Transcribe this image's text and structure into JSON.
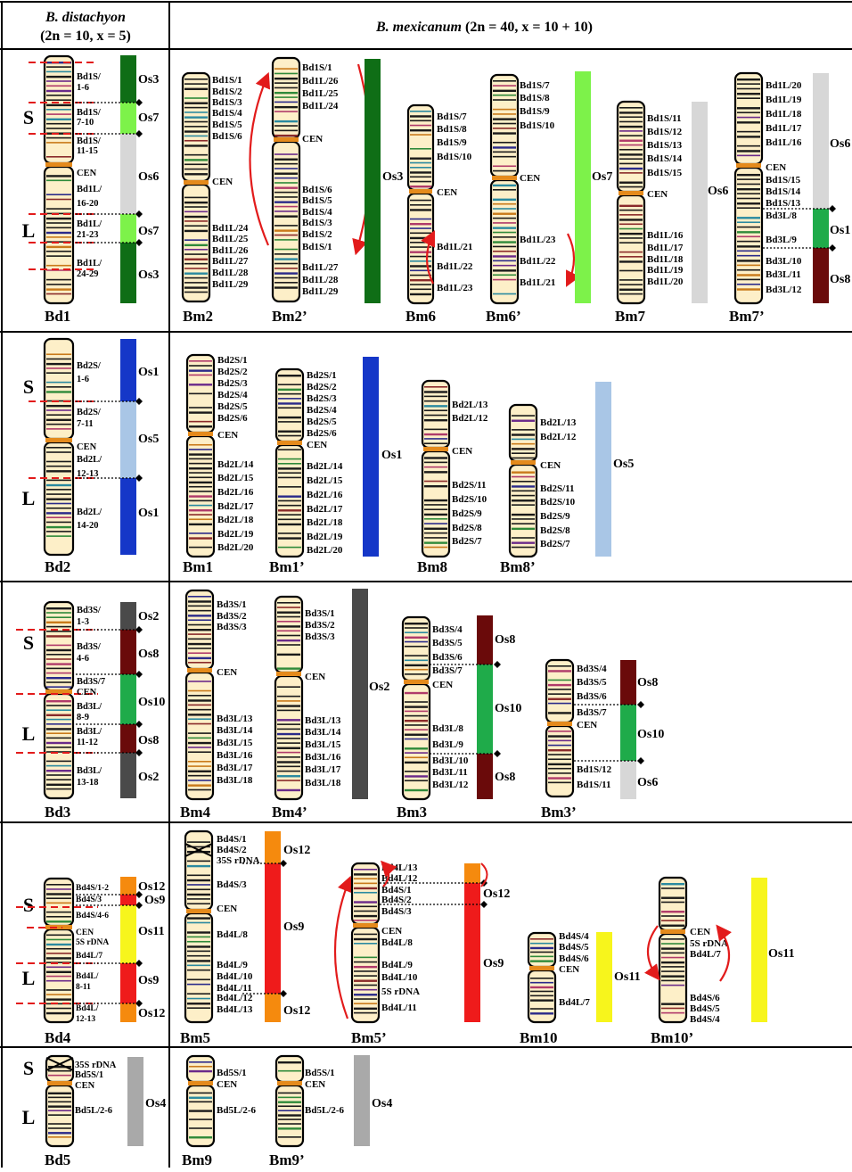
{
  "header": {
    "left_species": "B. distachyon",
    "left_formula": "(2n = 10, x = 5)",
    "right_species": "B. mexicanum",
    "right_formula": "(2n = 40, x = 10 + 10)"
  },
  "colors": {
    "Os1": "#1537c8",
    "Os2": "#4a4a4a",
    "Os3": "#0f6e16",
    "Os4": "#a9a9a9",
    "Os5": "#a9c6e6",
    "Os6": "#d7d7d7",
    "Os7": "#7df24a",
    "Os8": "#6a0a0a",
    "Os9": "#ef1b1b",
    "Os10": "#1fab4a",
    "Os11": "#f7f51c",
    "Os12": "#f58a0e",
    "chromosome_fill": "#fdefc8",
    "arrow": "#e21b1b",
    "dash": "#e21b1b"
  },
  "rows": [
    {
      "arm_short": "S",
      "arm_long": "L",
      "bd": {
        "name": "Bd1",
        "labels": [
          "Bd1S/",
          "1-6",
          "Bd1S/",
          "7-10",
          "Bd1S/",
          "11-15",
          "CEN",
          "Bd1L/",
          "16-20",
          "Bd1L/",
          "21-23",
          "Bd1L/",
          "24-29"
        ],
        "os": [
          "Os3",
          "Os7",
          "Os6",
          "Os7",
          "Os3"
        ]
      },
      "bm": [
        {
          "name": "Bm2",
          "labels": [
            "Bd1S/1",
            "Bd1S/2",
            "Bd1S/3",
            "Bd1S/4",
            "Bd1S/5",
            "Bd1S/6",
            "CEN",
            "Bd1L/24",
            "Bd1L/25",
            "Bd1L/26",
            "Bd1L/27",
            "Bd1L/28",
            "Bd1L/29"
          ]
        },
        {
          "name": "Bm2’",
          "labels": [
            "Bd1S/1",
            "Bd1L/26",
            "Bd1L/25",
            "Bd1L/24",
            "CEN",
            "Bd1S/6",
            "Bd1S/5",
            "Bd1S/4",
            "Bd1S/3",
            "Bd1S/2",
            "Bd1S/1",
            "Bd1L/27",
            "Bd1L/28",
            "Bd1L/29"
          ],
          "os": [
            "Os3"
          ]
        },
        {
          "name": "Bm6",
          "labels": [
            "Bd1S/7",
            "Bd1S/8",
            "Bd1S/9",
            "Bd1S/10",
            "CEN",
            "Bd1L/21",
            "Bd1L/22",
            "Bd1L/23"
          ]
        },
        {
          "name": "Bm6’",
          "labels": [
            "Bd1S/7",
            "Bd1S/8",
            "Bd1S/9",
            "Bd1S/10",
            "CEN",
            "Bd1L/23",
            "Bd1L/22",
            "Bd1L/21"
          ],
          "os": [
            "Os7"
          ]
        },
        {
          "name": "Bm7",
          "labels": [
            "Bd1S/11",
            "Bd1S/12",
            "Bd1S/13",
            "Bd1S/14",
            "Bd1S/15",
            "CEN",
            "Bd1L/16",
            "Bd1L/17",
            "Bd1L/18",
            "Bd1L/19",
            "Bd1L/20"
          ],
          "os": [
            "Os6"
          ]
        },
        {
          "name": "Bm7’",
          "labels": [
            "Bd1L/20",
            "Bd1L/19",
            "Bd1L/18",
            "Bd1L/17",
            "Bd1L/16",
            "CEN",
            "Bd1S/15",
            "Bd1S/14",
            "Bd1S/13",
            "Bd3L/8",
            "Bd3L/9",
            "Bd3L/10",
            "Bd3L/11",
            "Bd3L/12"
          ],
          "os": [
            "Os6",
            "Os1",
            "Os8"
          ]
        }
      ]
    },
    {
      "arm_short": "S",
      "arm_long": "L",
      "bd": {
        "name": "Bd2",
        "labels": [
          "Bd2S/",
          "1-6",
          "Bd2S/",
          "7-11",
          "CEN",
          "Bd2L/",
          "12-13",
          "Bd2L/",
          "14-20"
        ],
        "os": [
          "Os1",
          "Os5",
          "Os1"
        ]
      },
      "bm": [
        {
          "name": "Bm1",
          "labels": [
            "Bd2S/1",
            "Bd2S/2",
            "Bd2S/3",
            "Bd2S/4",
            "Bd2S/5",
            "Bd2S/6",
            "CEN",
            "Bd2L/14",
            "Bd2L/15",
            "Bd2L/16",
            "Bd2L/17",
            "Bd2L/18",
            "Bd2L/19",
            "Bd2L/20"
          ]
        },
        {
          "name": "Bm1’",
          "labels": [
            "Bd2S/1",
            "Bd2S/2",
            "Bd2S/3",
            "Bd2S/4",
            "Bd2S/5",
            "Bd2S/6",
            "CEN",
            "Bd2L/14",
            "Bd2L/15",
            "Bd2L/16",
            "Bd2L/17",
            "Bd2L/18",
            "Bd2L/19",
            "Bd2L/20"
          ],
          "os": [
            "Os1"
          ]
        },
        {
          "name": "Bm8",
          "labels": [
            "Bd2L/13",
            "Bd2L/12",
            "CEN",
            "Bd2S/11",
            "Bd2S/10",
            "Bd2S/9",
            "Bd2S/8",
            "Bd2S/7"
          ]
        },
        {
          "name": "Bm8’",
          "labels": [
            "Bd2L/13",
            "Bd2L/12",
            "CEN",
            "Bd2S/11",
            "Bd2S/10",
            "Bd2S/9",
            "Bd2S/8",
            "Bd2S/7"
          ],
          "os": [
            "Os5"
          ]
        }
      ]
    },
    {
      "arm_short": "S",
      "arm_long": "L",
      "bd": {
        "name": "Bd3",
        "labels": [
          "Bd3S/",
          "1-3",
          "Bd3S/",
          "4-6",
          "Bd3S/7",
          "CEN",
          "Bd3L/",
          "8-9",
          "Bd3L/",
          "11-12",
          "Bd3L/",
          "13-18"
        ],
        "os": [
          "Os2",
          "Os8",
          "Os10",
          "Os8",
          "Os2"
        ]
      },
      "bm": [
        {
          "name": "Bm4",
          "labels": [
            "Bd3S/1",
            "Bd3S/2",
            "Bd3S/3",
            "CEN",
            "Bd3L/13",
            "Bd3L/14",
            "Bd3L/15",
            "Bd3L/16",
            "Bd3L/17",
            "Bd3L/18"
          ]
        },
        {
          "name": "Bm4’",
          "labels": [
            "Bd3S/1",
            "Bd3S/2",
            "Bd3S/3",
            "CEN",
            "Bd3L/13",
            "Bd3L/14",
            "Bd3L/15",
            "Bd3L/16",
            "Bd3L/17",
            "Bd3L/18"
          ],
          "os": [
            "Os2"
          ]
        },
        {
          "name": "Bm3",
          "labels": [
            "Bd3S/4",
            "Bd3S/5",
            "Bd3S/6",
            "Bd3S/7",
            "CEN",
            "Bd3L/8",
            "Bd3L/9",
            "Bd3L/10",
            "Bd3L/11",
            "Bd3L/12"
          ],
          "os": [
            "Os8",
            "Os10",
            "Os8"
          ]
        },
        {
          "name": "Bm3’",
          "labels": [
            "Bd3S/4",
            "Bd3S/5",
            "Bd3S/6",
            "Bd3S/7",
            "CEN",
            "Bd1S/12",
            "Bd1S/11"
          ],
          "os": [
            "Os8",
            "Os10",
            "Os6"
          ]
        }
      ]
    },
    {
      "arm_short": "S",
      "arm_long": "L",
      "bd": {
        "name": "Bd4",
        "labels": [
          "Bd4S/1-2",
          "Bd4S/3",
          "Bd4S/4-6",
          "CEN",
          "5S rDNA",
          "Bd4L/7",
          "Bd4L/",
          "8-11",
          "Bd4L/",
          "12-13"
        ],
        "os": [
          "Os12",
          "Os9",
          "Os11",
          "Os9",
          "Os12"
        ]
      },
      "bm": [
        {
          "name": "Bm5",
          "labels": [
            "Bd4S/1",
            "Bd4S/2",
            "35S rDNA",
            "Bd4S/3",
            "CEN",
            "Bd4L/8",
            "Bd4L/9",
            "Bd4L/10",
            "Bd4L/11",
            "Bd4L/12",
            "Bd4L/13"
          ],
          "os": [
            "Os12",
            "Os9",
            "Os12"
          ]
        },
        {
          "name": "Bm5’",
          "labels": [
            "Bd4L/13",
            "Bd4L/12",
            "Bd4S/1",
            "Bd4S/2",
            "Bd4S/3",
            "CEN",
            "Bd4L/8",
            "Bd4L/9",
            "Bd4L/10",
            "5S rDNA",
            "Bd4L/11"
          ],
          "os": [
            "Os12",
            "Os9"
          ]
        },
        {
          "name": "Bm10",
          "labels": [
            "Bd4S/4",
            "Bd4S/5",
            "Bd4S/6",
            "CEN",
            "Bd4L/7"
          ],
          "os": [
            "Os11"
          ]
        },
        {
          "name": "Bm10’",
          "labels": [
            "CEN",
            "5S rDNA",
            "Bd4L/7",
            "Bd4S/6",
            "Bd4S/5",
            "Bd4S/4"
          ],
          "os": [
            "Os11"
          ]
        }
      ]
    },
    {
      "arm_short": "S",
      "arm_long": "L",
      "bd": {
        "name": "Bd5",
        "labels": [
          "35S rDNA",
          "Bd5S/1",
          "CEN",
          "Bd5L/2-6"
        ],
        "os": [
          "Os4"
        ]
      },
      "bm": [
        {
          "name": "Bm9",
          "labels": [
            "Bd5S/1",
            "CEN",
            "Bd5L/2-6"
          ]
        },
        {
          "name": "Bm9’",
          "labels": [
            "Bd5S/1",
            "CEN",
            "Bd5L/2-6"
          ],
          "os": [
            "Os4"
          ]
        }
      ]
    }
  ]
}
